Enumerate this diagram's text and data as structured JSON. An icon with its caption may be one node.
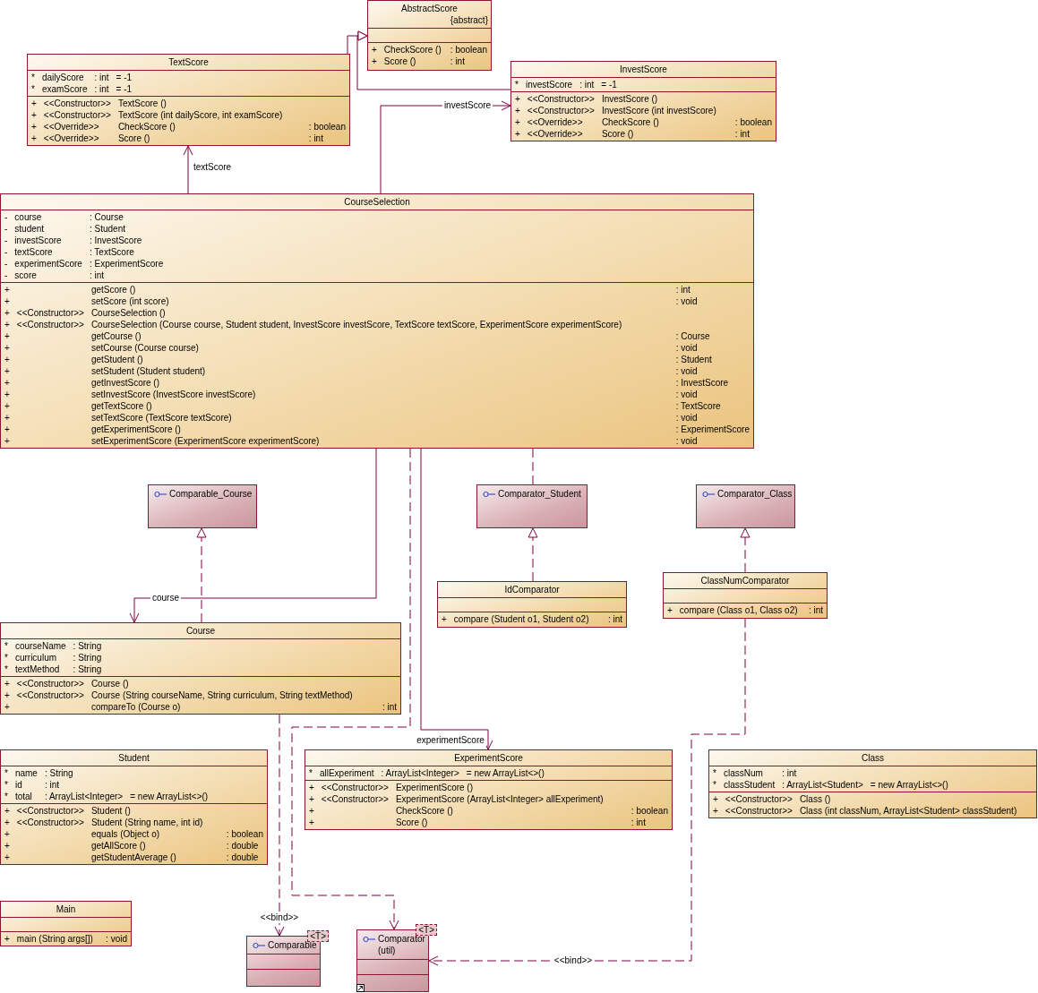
{
  "diagram": {
    "nodes": [
      {
        "text": [
          "AbstractScore",
          "{abstract}",
          "+\t\tCheckScore ()\t: boolean",
          "+\t\tScore ()\t: int"
        ]
      },
      {
        "text": [
          "TextScore",
          "*\tdailyScore\t: int\t= -1",
          "*\texamScore\t: int\t= -1",
          "+\t<<Constructor>>\tTextScore ()",
          "+\t<<Constructor>>\tTextScore (int dailyScore, int examScore)",
          "+\t<<Override>>\tCheckScore ()\t: boolean",
          "+\t<<Override>>\tScore ()\t: int"
        ]
      },
      {
        "text": [
          "InvestScore",
          "*\tinvestScore\t: int\t= -1",
          "+\t<<Constructor>>\tInvestScore ()",
          "+\t<<Constructor>>\tInvestScore (int investScore)",
          "+\t<<Override>>\tCheckScore ()\t: boolean",
          "+\t<<Override>>\tScore ()\t: int"
        ]
      },
      {
        "text": [
          "CourseSelection",
          "-\tcourse\t: Course",
          "-\tstudent\t: Student",
          "-\tinvestScore\t: InvestScore",
          "-\ttextScore\t: TextScore",
          "-\texperimentScore\t: ExperimentScore",
          "-\tscore\t: int",
          "+\t\tgetScore ()\t: int",
          "+\t\tsetScore (int score)\t: void",
          "+\t<<Constructor>>\tCourseSelection ()",
          "+\t<<Constructor>>\tCourseSelection (Course course, Student student, InvestScore investScore, TextScore textScore, ExperimentScore experimentScore)",
          "+\t\tgetCourse ()\t: Course",
          "+\t\tsetCourse (Course course)\t: void",
          "+\t\tgetStudent ()\t: Student",
          "+\t\tsetStudent (Student student)\t: void",
          "+\t\tgetInvestScore ()\t: InvestScore",
          "+\t\tsetInvestScore (InvestScore investScore)\t: void",
          "+\t\tgetTextScore ()\t: TextScore",
          "+\t\tsetTextScore (TextScore textScore)\t: void",
          "+\t\tgetExperimentScore ()\t: ExperimentScore",
          "+\t\tsetExperimentScore (ExperimentScore experimentScore)\t: void"
        ]
      },
      {
        "text": [
          "Comparable_Course"
        ]
      },
      {
        "text": [
          "Comparator_Student"
        ]
      },
      {
        "text": [
          "Comparator_Class"
        ]
      },
      {
        "text": [
          "IdComparator",
          "+\t\tcompare (Student o1, Student o2)\t: int"
        ]
      },
      {
        "text": [
          "ClassNumComparator",
          "+\t\tcompare (Class o1, Class o2)\t: int"
        ]
      },
      {
        "text": [
          "Course",
          "*\tcourseName\t: String",
          "*\tcurriculum\t: String",
          "*\ttextMethod\t: String",
          "+\t<<Constructor>>\tCourse ()",
          "+\t<<Constructor>>\tCourse (String courseName, String curriculum, String textMethod)",
          "+\t\tcompareTo (Course o)\t: int"
        ]
      },
      {
        "text": [
          "Student",
          "*\tname\t: String",
          "*\tid\t: int",
          "*\ttotal\t: ArrayList<Integer>\t= new ArrayList<>()",
          "+\t<<Constructor>>\tStudent ()",
          "+\t<<Constructor>>\tStudent (String name, int id)",
          "+\t\tequals (Object o)\t: boolean",
          "+\t\tgetAllScore ()\t: double",
          "+\t\tgetStudentAverage ()\t: double"
        ]
      },
      {
        "text": [
          "ExperimentScore",
          "*\tallExperiment\t: ArrayList<Integer>\t= new ArrayList<>()",
          "+\t<<Constructor>>\tExperimentScore ()",
          "+\t<<Constructor>>\tExperimentScore (ArrayList<Integer> allExperiment)",
          "+\t\tCheckScore ()\t: boolean",
          "+\t\tScore ()\t: int"
        ]
      },
      {
        "text": [
          "Class",
          "*\tclassNum\t: int",
          "*\tclassStudent\t: ArrayList<Student>\t= new ArrayList<>()",
          "+\t<<Constructor>>\tClass ()",
          "+\t<<Constructor>>\tClass (int classNum, ArrayList<Student> classStudent)"
        ]
      },
      {
        "text": [
          "Main",
          "+\t\tmain (String args[])\t: void"
        ]
      },
      {
        "text": [
          "Comparable"
        ],
        "beside": [
          "<T>"
        ]
      },
      {
        "text": [
          "Comparator",
          "(util)"
        ],
        "beside": [
          "<T>"
        ]
      }
    ],
    "edges": [
      {
        "from": 1,
        "to": 0,
        "arrow": "to"
      },
      {
        "from": 2,
        "to": 0,
        "arrow": "to"
      },
      {
        "from": 3,
        "to": 2,
        "arrow": "to",
        "label": "investScore"
      },
      {
        "from": 3,
        "to": 1,
        "arrow": "to",
        "label": "textScore"
      },
      {
        "from": 3,
        "to": 9,
        "arrow": "to",
        "label": "course"
      },
      {
        "from": 9,
        "to": 4,
        "arrow": "to",
        "style": "dashed"
      },
      {
        "from": 3,
        "to": 11,
        "arrow": "to",
        "label": "experimentScore"
      },
      {
        "from": 7,
        "to": 5,
        "arrow": "to",
        "style": "dashed"
      },
      {
        "from": 3,
        "to": 5,
        "arrow": "none",
        "style": "dashed"
      },
      {
        "from": 8,
        "to": 6,
        "arrow": "to",
        "style": "dashed"
      },
      {
        "from": 9,
        "to": 14,
        "arrow": "to",
        "style": "dashed",
        "label": "<<bind>>"
      },
      {
        "from": 3,
        "to": 15,
        "arrow": "to",
        "style": "dashed"
      },
      {
        "from": 8,
        "to": 15,
        "arrow": "to",
        "style": "dashed",
        "label": "<<bind>>"
      }
    ]
  }
}
